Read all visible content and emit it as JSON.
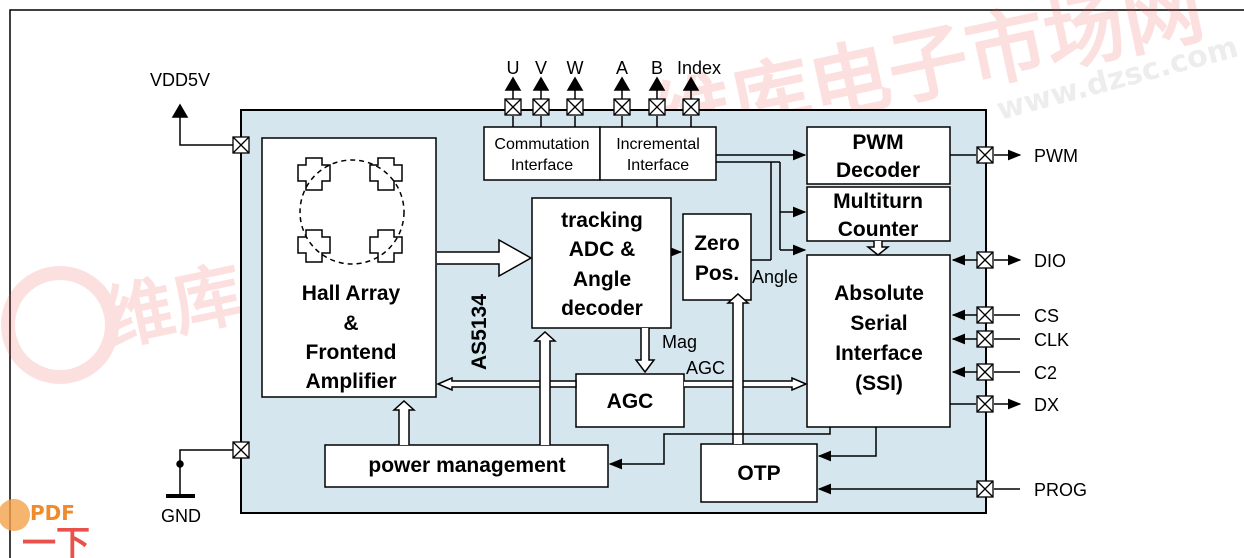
{
  "chip_label": "AS5134",
  "blocks": {
    "hall": [
      "Hall Array",
      "&",
      "Frontend",
      "Amplifier"
    ],
    "adc": [
      "tracking",
      "ADC &",
      "Angle",
      "decoder"
    ],
    "zero": [
      "Zero",
      "Pos."
    ],
    "pwm": [
      "PWM",
      "Decoder"
    ],
    "multiturn": [
      "Multiturn",
      "Counter"
    ],
    "ssi": [
      "Absolute",
      "Serial",
      "Interface",
      "(SSI)"
    ],
    "agc": "AGC",
    "otp": "OTP",
    "power": "power management",
    "commutation": [
      "Commutation",
      "Interface"
    ],
    "incremental": [
      "Incremental",
      "Interface"
    ]
  },
  "signals": {
    "angle": "Angle",
    "mag": "Mag",
    "agc": "AGC"
  },
  "pins": {
    "top": [
      "U",
      "V",
      "W",
      "A",
      "B",
      "Index"
    ],
    "vdd": "VDD5V",
    "gnd": "GND",
    "right": [
      "PWM",
      "DIO",
      "CS",
      "CLK",
      "C2",
      "DX",
      "PROG"
    ]
  },
  "watermark": {
    "text": "www.dzsc.com",
    "badge": "PDF"
  },
  "colors": {
    "chip_fill": "#d5e6ee",
    "block_fill": "#ffffff",
    "line": "#000000",
    "watermark": "#e8524a"
  }
}
